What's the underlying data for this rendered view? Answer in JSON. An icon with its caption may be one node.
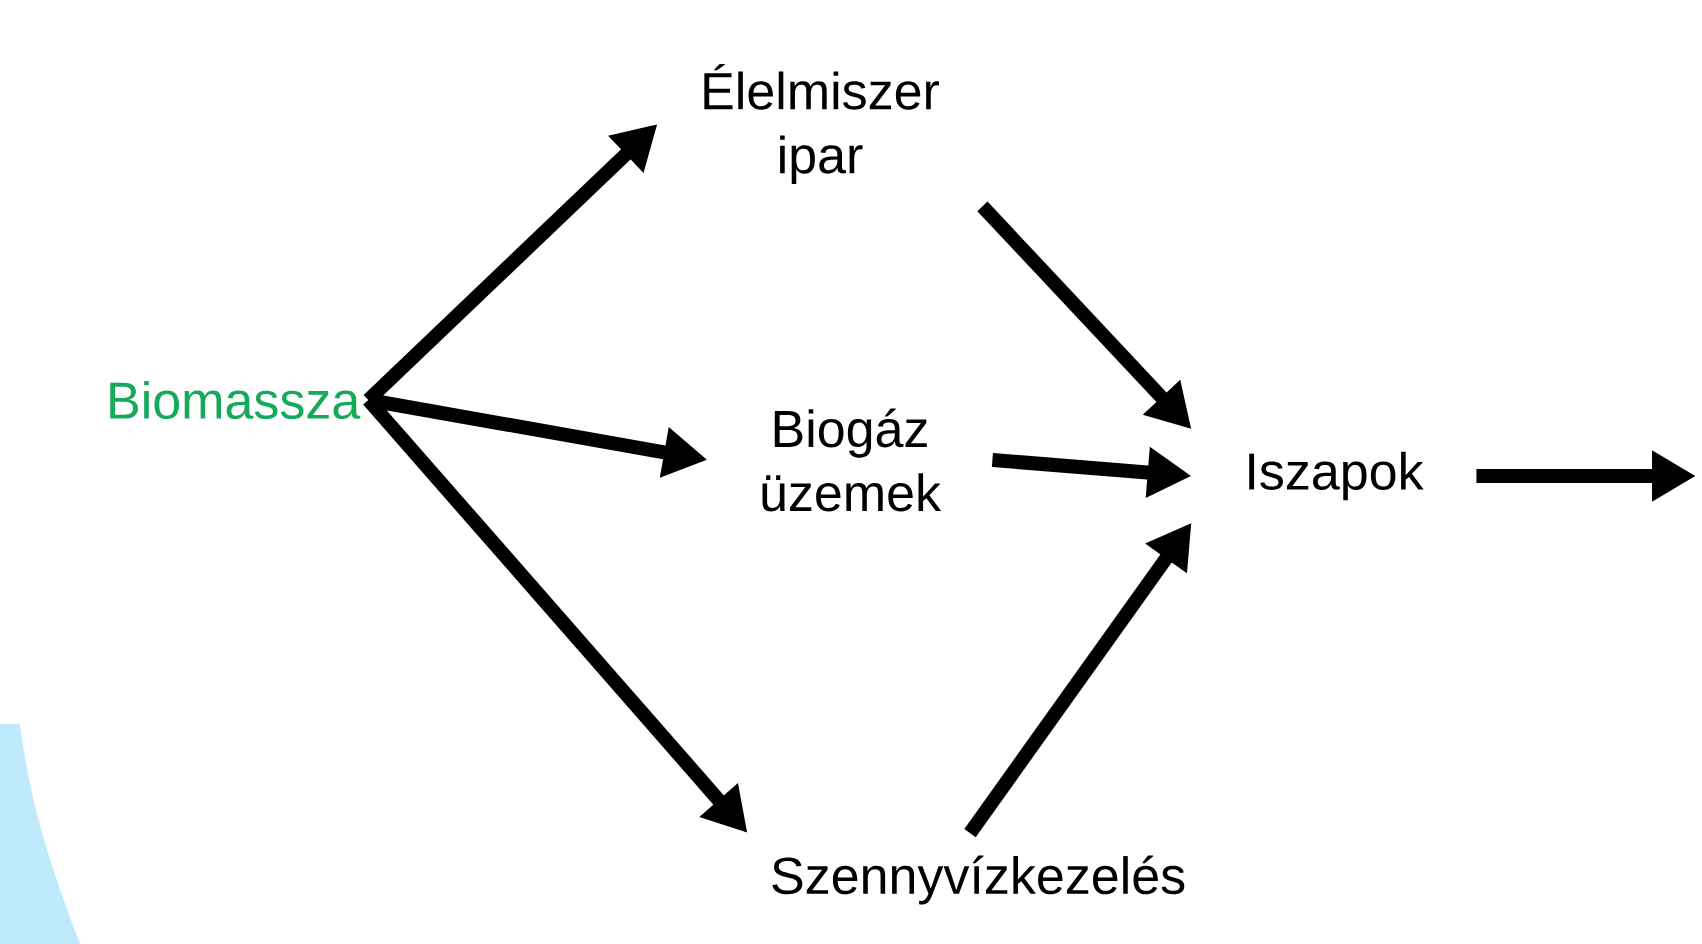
{
  "diagram": {
    "nodes": [
      {
        "text": [
          "Biomassza"
        ]
      },
      {
        "text": [
          "Élelmiszer ipar"
        ]
      },
      {
        "text": [
          "Biogáz üzemek"
        ]
      },
      {
        "text": [
          "Szennyvízkezelés"
        ]
      },
      {
        "text": [
          "Iszapok"
        ]
      }
    ],
    "edges": [
      {
        "from": 0,
        "to": 1,
        "arrow": "to"
      },
      {
        "from": 0,
        "to": 2,
        "arrow": "to"
      },
      {
        "from": 0,
        "to": 3,
        "arrow": "to"
      },
      {
        "from": 1,
        "to": 4,
        "arrow": "to"
      },
      {
        "from": 2,
        "to": 4,
        "arrow": "to"
      },
      {
        "from": 3,
        "to": 4,
        "arrow": "to"
      },
      {
        "from": 4,
        "to": null,
        "arrow": "to"
      }
    ]
  }
}
